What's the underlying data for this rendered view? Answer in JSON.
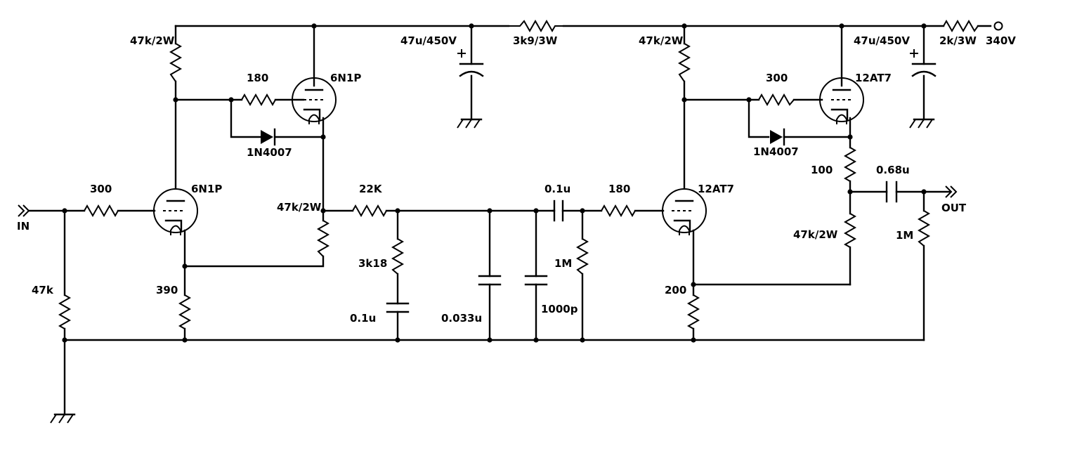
{
  "labels": {
    "in": "IN",
    "out": "OUT",
    "supply": "340V",
    "r_supply_top": "2k/3W",
    "r_supply_mid": "3k9/3W",
    "c_filter1": "47u/450V",
    "c_filter2": "47u/450V",
    "s1_r_anode_top": "47k/2W",
    "s1_r_grid": "180",
    "s1_tube_top": "6N1P",
    "s1_diode": "1N4007",
    "s1_r_input": "300",
    "s1_tube_bottom": "6N1P",
    "s1_r_plate": "47k/2W",
    "s1_r_input_gnd": "47k",
    "s1_r_cathode": "390",
    "f_r_series": "22K",
    "f_r_shunt": "3k18",
    "f_c_shunt": "0.1u",
    "f_c_033": "0.033u",
    "f_c_1000p": "1000p",
    "f_c_coupling": "0.1u",
    "f_r_1m": "1M",
    "s2_r_input": "180",
    "s2_tube_bottom": "12AT7",
    "s2_r_anode_top": "47k/2W",
    "s2_r_grid": "300",
    "s2_tube_top": "12AT7",
    "s2_diode": "1N4007",
    "s2_r_100": "100",
    "s2_c_out": "0.68u",
    "s2_r_plate": "47k/2W",
    "s2_r_out_1m": "1M",
    "s2_r_cathode": "200"
  }
}
